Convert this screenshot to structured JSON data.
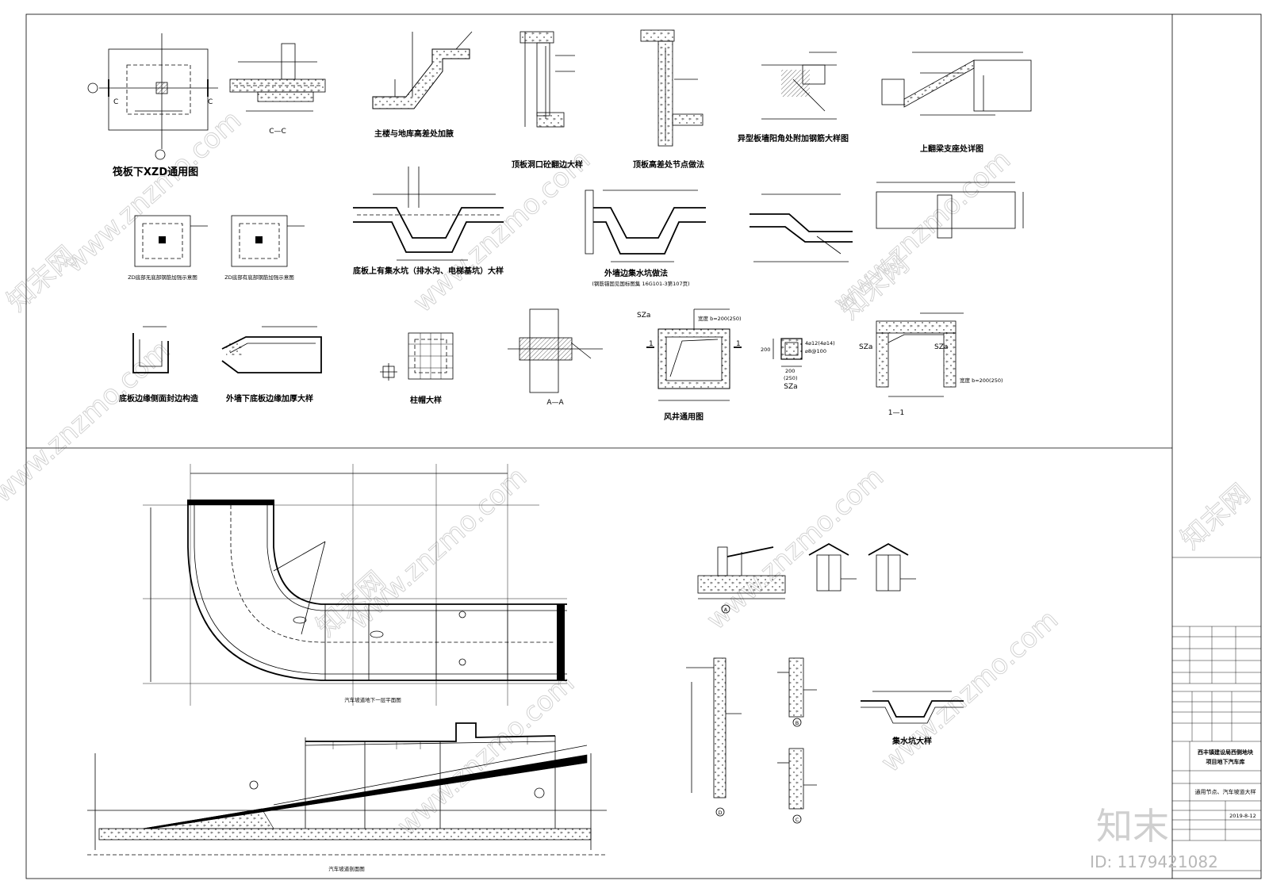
{
  "sheet": {
    "detail_titles": {
      "xzd_plan": "筏板下XZD通用图",
      "section_cc": "C—C",
      "haunch": "主楼与地库高差处加腋",
      "opening_upturn": "顶板洞口砼翻边大样",
      "roof_step": "顶板高差处节点做法",
      "corner_rebar": "异型板墙阳角处附加钢筋大样图",
      "upturn_beam": "上翻梁支座处详图",
      "zd_without": "ZD底部无底部钢筋加强示意图",
      "zd_with": "ZD底部有底部钢筋加强示意图",
      "sump_pit": "底板上有集水坑（排水沟、电梯基坑）大样",
      "wall_sump": "外墙边集水坑做法",
      "wall_sump_note": "(钢筋锚固见国标图集 16G101-3第107页)",
      "slab_edge": "底板边缘侧面封边构造",
      "wall_slab_thickening": "外墙下底板边缘加厚大样",
      "column_cap": "柱帽大样",
      "section_aa": "A—A",
      "shaft": "风井通用图",
      "sza": "SZa",
      "section_11": "1—1",
      "ramp_plan": "汽车坡道地下一层平面图",
      "ramp_section": "汽车坡道剖面图",
      "sump_detail": "集水坑大样"
    },
    "labels": {
      "grid_c": "C",
      "sza": "SZa",
      "cut_1": "1",
      "width": "宽度 b=200(250)",
      "dim_200": "200",
      "dim_250": "(250)",
      "rebar": "4⌀12(4⌀14)",
      "stirrup": "⌀8@100",
      "mark_a": "A",
      "mark_b": "B",
      "mark_c": "C",
      "mark_d": "D"
    }
  },
  "title_block": {
    "project_line1": "西丰镇建设局西侧地块",
    "project_line2": "项目地下汽车库",
    "drawing_name": "通用节点、汽车坡道大样",
    "date": "2019-8-12"
  },
  "watermark": {
    "site": "www.znzmo.com",
    "brand": "知末网",
    "logo": "知末",
    "id": "ID: 1179421082"
  }
}
